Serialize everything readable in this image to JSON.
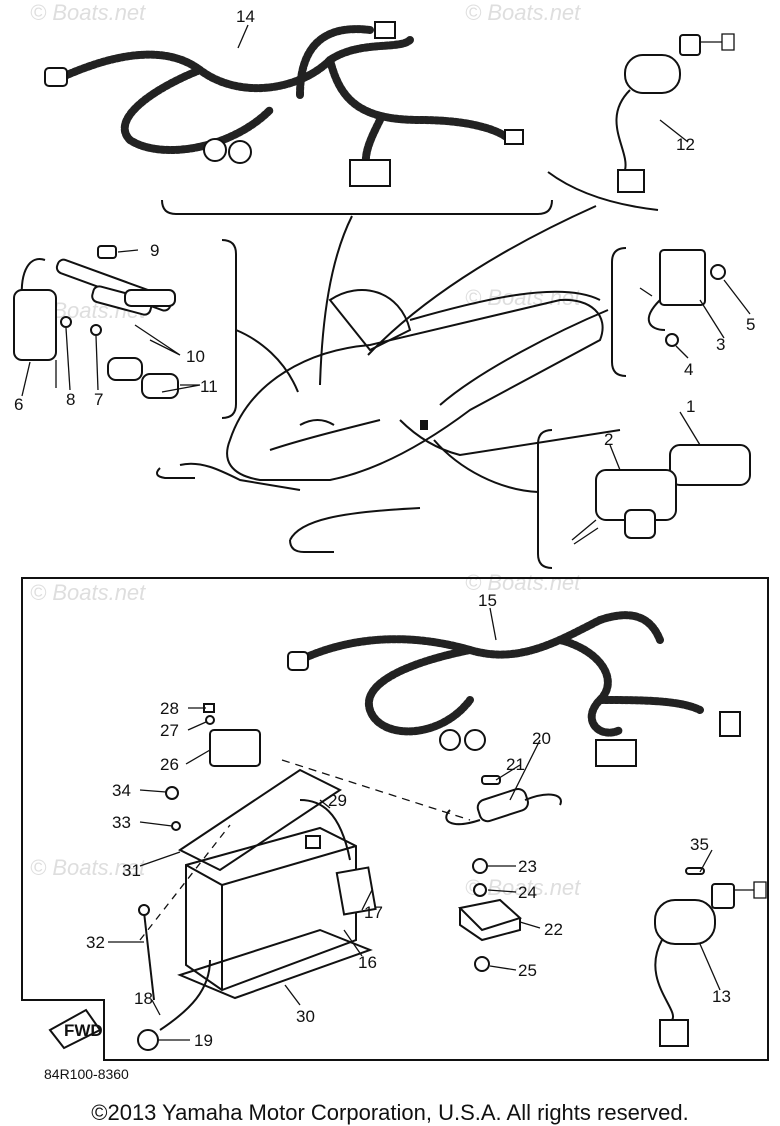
{
  "callouts": [
    "1",
    "2",
    "3",
    "4",
    "5",
    "6",
    "7",
    "8",
    "9",
    "10",
    "11",
    "12",
    "13",
    "14",
    "15",
    "16",
    "17",
    "18",
    "19",
    "20",
    "21",
    "22",
    "23",
    "24",
    "25",
    "26",
    "27",
    "28",
    "29",
    "30",
    "31",
    "32",
    "33",
    "34",
    "35"
  ],
  "fwd_label": "FWD",
  "watermark": "© Boats.net",
  "diagram_code": "84R100-8360",
  "copyright": "©2013 Yamaha Motor Corporation, U.S.A. All rights reserved."
}
